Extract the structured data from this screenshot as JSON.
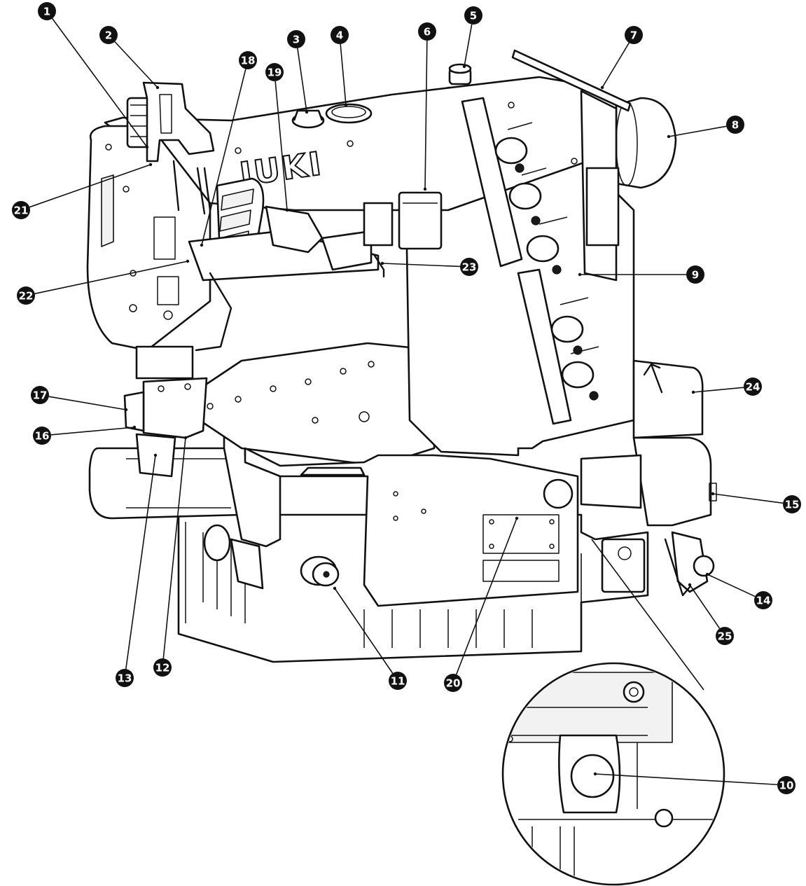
{
  "brand": {
    "text": "JUKI"
  },
  "callouts": [
    {
      "label": "1",
      "part": [
        210,
        210
      ],
      "marker": [
        67,
        16
      ]
    },
    {
      "label": "2",
      "part": [
        225,
        125
      ],
      "marker": [
        155,
        50
      ]
    },
    {
      "label": "3",
      "part": [
        438,
        160
      ],
      "marker": [
        423,
        56
      ]
    },
    {
      "label": "4",
      "part": [
        494,
        150
      ],
      "marker": [
        485,
        50
      ]
    },
    {
      "label": "5",
      "part": [
        663,
        95
      ],
      "marker": [
        676,
        22
      ]
    },
    {
      "label": "6",
      "part": [
        607,
        270
      ],
      "marker": [
        610,
        45
      ]
    },
    {
      "label": "7",
      "part": [
        860,
        125
      ],
      "marker": [
        905,
        50
      ]
    },
    {
      "label": "8",
      "part": [
        955,
        195
      ],
      "marker": [
        1050,
        178
      ]
    },
    {
      "label": "9",
      "part": [
        828,
        392
      ],
      "marker": [
        993,
        392
      ]
    },
    {
      "label": "10",
      "part": [
        850,
        1105
      ],
      "marker": [
        1123,
        1121
      ]
    },
    {
      "label": "11",
      "part": [
        478,
        840
      ],
      "marker": [
        568,
        972
      ]
    },
    {
      "label": "12",
      "part": [
        265,
        625
      ],
      "marker": [
        232,
        953
      ]
    },
    {
      "label": "13",
      "part": [
        222,
        650
      ],
      "marker": [
        178,
        968
      ]
    },
    {
      "label": "14",
      "part": [
        1010,
        820
      ],
      "marker": [
        1090,
        857
      ]
    },
    {
      "label": "15",
      "part": [
        1018,
        705
      ],
      "marker": [
        1131,
        720
      ]
    },
    {
      "label": "16",
      "part": [
        192,
        610
      ],
      "marker": [
        60,
        622
      ]
    },
    {
      "label": "17",
      "part": [
        180,
        585
      ],
      "marker": [
        57,
        564
      ]
    },
    {
      "label": "18",
      "part": [
        288,
        350
      ],
      "marker": [
        354,
        86
      ]
    },
    {
      "label": "19",
      "part": [
        410,
        300
      ],
      "marker": [
        392,
        103
      ]
    },
    {
      "label": "20",
      "part": [
        738,
        740
      ],
      "marker": [
        647,
        975
      ]
    },
    {
      "label": "21",
      "part": [
        215,
        235
      ],
      "marker": [
        30,
        300
      ]
    },
    {
      "label": "22",
      "part": [
        268,
        373
      ],
      "marker": [
        37,
        422
      ]
    },
    {
      "label": "23",
      "part": [
        546,
        376
      ],
      "marker": [
        670,
        381
      ]
    },
    {
      "label": "24",
      "part": [
        990,
        560
      ],
      "marker": [
        1075,
        552
      ]
    },
    {
      "label": "25",
      "part": [
        985,
        835
      ],
      "marker": [
        1035,
        908
      ]
    }
  ]
}
